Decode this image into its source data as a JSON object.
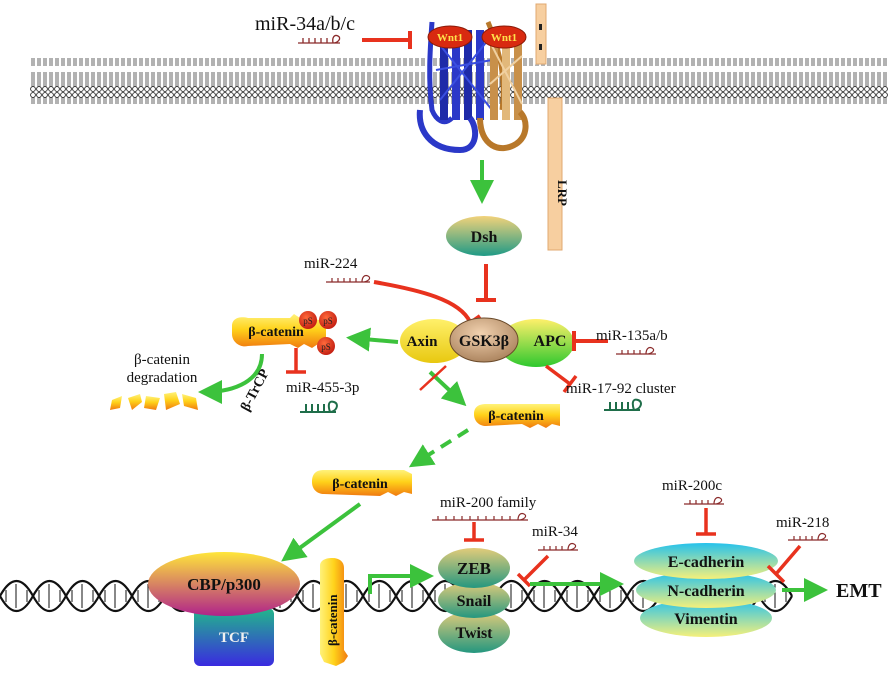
{
  "labels": {
    "mir34abc": "miR-34a/b/c",
    "wnt1_left": "Wnt1",
    "wnt1_right": "Wnt1",
    "lrp": "LRP",
    "dsh": "Dsh",
    "mir224": "miR-224",
    "beta_catenin_phos": "β-catenin",
    "ps1": "pS",
    "ps2": "pS",
    "ps3": "pS",
    "axin": "Axin",
    "gsk3b": "GSK3β",
    "apc": "APC",
    "mir135ab": "miR-135a/b",
    "mir17_92": "miR-17-92 cluster",
    "degradation_line1": "β-catenin",
    "degradation_line2": "degradation",
    "btrcp": "β-TrCP",
    "mir455": "miR-455-3p",
    "beta_catenin_free": "β-catenin",
    "beta_catenin_nuclear": "β-catenin",
    "mir200family": "miR-200 family",
    "mir34": "miR-34",
    "mir200c": "miR-200c",
    "mir218": "miR-218",
    "cbp": "CBP/p300",
    "tcf": "TCF",
    "beta_catenin_dna": "β-catenin",
    "zeb": "ZEB",
    "snail": "Snail",
    "twist": "Twist",
    "ecad": "E-cadherin",
    "ncad": "N-cadherin",
    "vimentin": "Vimentin",
    "emt": "EMT"
  },
  "colors": {
    "activation_arrow": "#3cc23c",
    "inhibition": "#e8321e",
    "mirna_hairpin": "#8a2a2a",
    "mirna_green": "#1f6e4a",
    "beta_catenin_yellow": "#ffd21a",
    "beta_catenin_orange": "#f08a14",
    "phospho_red": "#d42a1a",
    "dsh_teal": "#2aa08a",
    "e_cadherin_cyan": "#33c8ee",
    "cbp_magenta": "#b0228a",
    "tcf_blue": "#2a4ad8"
  }
}
